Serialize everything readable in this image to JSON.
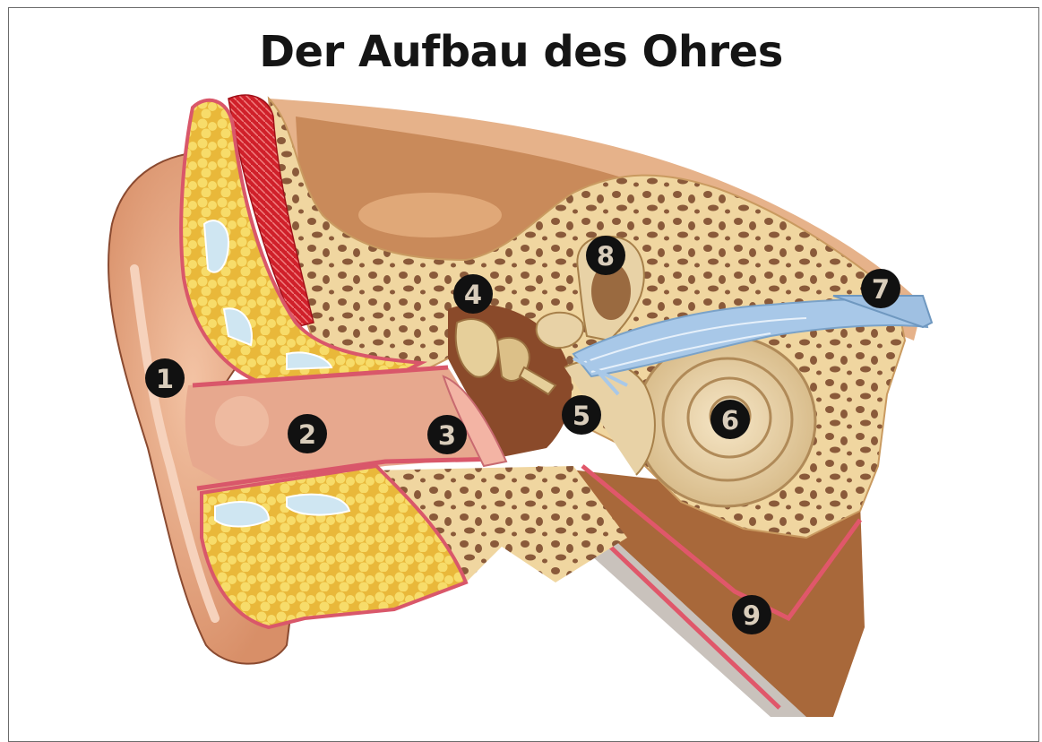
{
  "title": "Der Aufbau des Ohres",
  "markers": {
    "m1": "1",
    "m2": "2",
    "m3": "3",
    "m4": "4",
    "m5": "5",
    "m6": "6",
    "m7": "7",
    "m8": "8",
    "m9": "9"
  },
  "colors": {
    "skin": "#e6a884",
    "skin_dark": "#cf8862",
    "cartilage_fat": "#f3d25a",
    "bone": "#f0d6a0",
    "bone_holes": "#8a5a3a",
    "tissue": "#b8733e",
    "muscle": "#d0202a",
    "nerve": "#a8c8e8",
    "membrane": "#e7a88e",
    "lining": "#d9576a"
  }
}
